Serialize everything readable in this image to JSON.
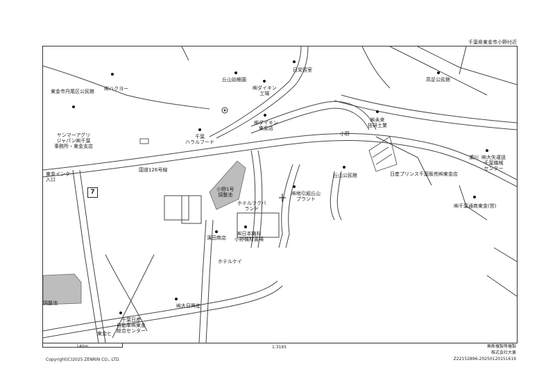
{
  "header": {
    "location": "千葉県東金市小野付近"
  },
  "map": {
    "labels": {
      "hakuyo": "㈱ハクヨー",
      "tanao": "東金市丹尾区公民館",
      "yanmar": "ヤンマーアグリ\nジャパン㈱千葉\n事務所・東金支店",
      "ikou": "東金インター\n入口",
      "chiba_harafu": "千葉\nハラルフード",
      "route126": "国道126号線",
      "okayama_yochien": "丘山幼稚園",
      "daikin_kojo": "㈱ダイキン\n工場",
      "daikin_togane": "㈱ダイキン\n東金店",
      "nichizoku": "日栄容室",
      "ono": "小野",
      "mirai": "㈱未来\n技研土業",
      "takao": "高足公民館",
      "okayama_koumin": "丘山公民館",
      "chohiki": "㈱地引組丘山\nプラント",
      "ono_chosei": "小野1号\n調整池",
      "hotel_tsukuba": "ホテルツクバ\nランド",
      "nissan": "日産プリンス千葉販売㈱東金店",
      "taiyo": "㈱大矢運送\n千葉機械\nセンター",
      "chiba_tsusho": "㈱千葉通商東金(営)",
      "fuji": "瀬川",
      "hara": "濱田商店",
      "nihon": "㈱日本機材\n小野機材置場",
      "hotel_kei": "ホテルケイ",
      "otogo": "㈱大日興産",
      "chiba_nissan": "千葉日産\n自動車㈱東金\n総合センター",
      "chosei": "調整池",
      "hg": "東金ヒ",
      "seven": "7"
    }
  },
  "footer": {
    "scale": "140m",
    "ratio": "1:3165",
    "copyright": "Copyright(C)2025 ZENRIN CO., LTD.",
    "notice_1": "無断複製等複製",
    "notice_2": "株式会社大黄",
    "notice_3": "Z22152896-20250120151619"
  }
}
